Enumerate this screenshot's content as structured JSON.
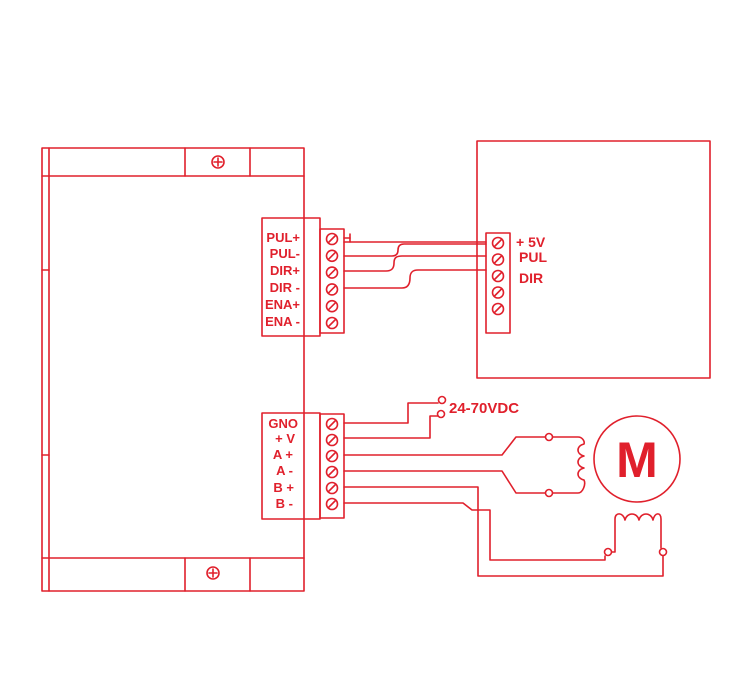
{
  "colors": {
    "stroke": "#e0202c",
    "background": "#ffffff"
  },
  "driver": {
    "signal_terminals": [
      "PUL+",
      "PUL-",
      "DIR+",
      "DIR -",
      "ENA+",
      "ENA -"
    ],
    "power_terminals": [
      "GNO",
      "+ V",
      "A +",
      "A -",
      "B +",
      "B -"
    ],
    "mount_screw_icon": "screw-icon"
  },
  "controller": {
    "terminal_count": 5,
    "labels": [
      "+ 5V",
      "PUL",
      "DIR"
    ]
  },
  "power_supply": {
    "label": "24-70VDC"
  },
  "motor": {
    "label": "M"
  }
}
